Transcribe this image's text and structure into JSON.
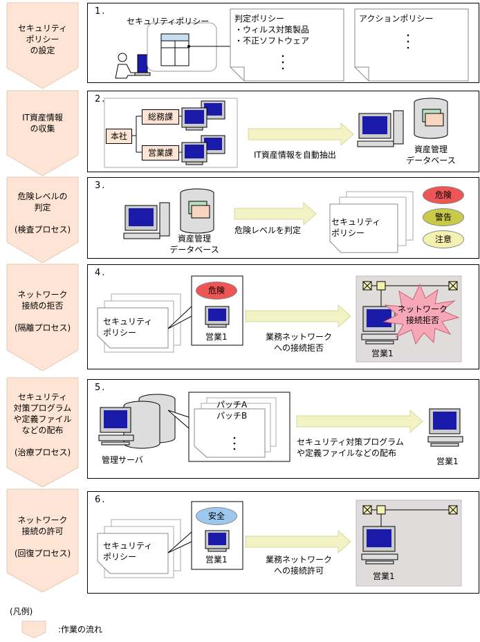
{
  "steps": [
    {
      "label": "セキュリティ\nポリシー\nの設定"
    },
    {
      "label": "IT資産情報\nの収集"
    },
    {
      "label": "危険レベルの\n判定\n\n(検査プロセス)"
    },
    {
      "label": "ネットワーク\n接続の拒否\n\n(隔離プロセス)"
    },
    {
      "label": "セキュリティ\n対策プログラム\nや定義ファイル\nなどの配布\n\n(治療プロセス)"
    },
    {
      "label": "ネットワーク\n接続の許可\n\n(回復プロセス)"
    }
  ],
  "panel1": {
    "num": "1.",
    "policy_title": "セキュリティポリシー",
    "judge_policy": "判定ポリシー\n・ウィルス対策製品\n・不正ソフトウェア",
    "action_policy": "アクションポリシー"
  },
  "panel2": {
    "num": "2.",
    "head_office": "本社",
    "dept_general": "総務課",
    "dept_sales": "営業課",
    "arrow_label": "IT資産情報を自動抽出",
    "db_label": "資産管理\nデータベース"
  },
  "panel3": {
    "num": "3.",
    "db_label": "資産管理\nデータベース",
    "arrow_label": "危険レベルを判定",
    "policy_label": "セキュリティ\nポリシー",
    "level_danger": "危険",
    "level_warning": "警告",
    "level_caution": "注意"
  },
  "panel4": {
    "num": "4.",
    "policy_label": "セキュリティ\nポリシー",
    "status": "危険",
    "pc_label": "営業1",
    "arrow_label": "業務ネットワーク\nへの接続拒否",
    "burst_label": "ネットワーク\n接続拒否",
    "pc_label_right": "営業1"
  },
  "panel5": {
    "num": "5.",
    "server_label": "管理サーバ",
    "patches": "パッチA\nパッチB",
    "arrow_label": "セキュリティ対策プログラム\nや定義ファイルなどの配布",
    "pc_label": "営業1"
  },
  "panel6": {
    "num": "6.",
    "policy_label": "セキュリティ\nポリシー",
    "status": "安全",
    "pc_label": "営業1",
    "arrow_label": "業務ネットワーク\nへの接続許可",
    "pc_label_right": "営業1"
  },
  "legend": {
    "title": "(凡例)",
    "desc": ":作業の流れ"
  },
  "colors": {
    "step_fill": "#fde4d4",
    "arrow_fill": "#f2f2c4",
    "danger": "#ee5555",
    "warning": "#c9c94a",
    "caution": "#f4f0b0",
    "safe": "#9cc8f0",
    "burst": "#f7a8b8",
    "screen": "#1a1aa8",
    "net_bg": "#e0dcdc"
  }
}
